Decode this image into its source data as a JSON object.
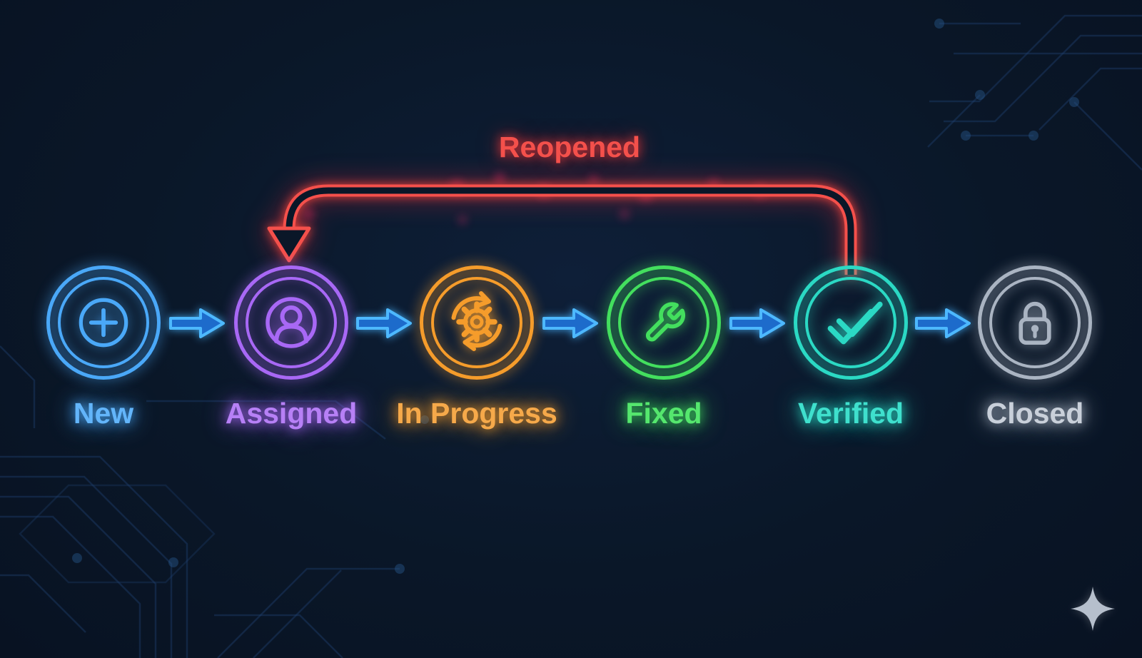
{
  "diagram": {
    "background_color": "#0a1728",
    "reopened": {
      "label": "Reopened",
      "color": "#f4504b"
    },
    "nodes": [
      {
        "label": "New",
        "icon": "plus-circle-icon",
        "color": "#4aa8f8",
        "label_color": "#63b5fa"
      },
      {
        "label": "Assigned",
        "icon": "user-icon",
        "color": "#a868f5",
        "label_color": "#b780f6"
      },
      {
        "label": "In Progress",
        "icon": "gear-sync-icon",
        "color": "#f59c2b",
        "label_color": "#f6a94a"
      },
      {
        "label": "Fixed",
        "icon": "wrench-icon",
        "color": "#43df5e",
        "label_color": "#55e76e"
      },
      {
        "label": "Verified",
        "icon": "double-check-icon",
        "color": "#2bd9c4",
        "label_color": "#3fe0cd"
      },
      {
        "label": "Closed",
        "icon": "lock-icon",
        "color": "#aab4c2",
        "label_color": "#c9d0da"
      }
    ],
    "flow_arrows": {
      "count": 5,
      "stroke": "#4db8ff",
      "fill": "#1d6bcb"
    },
    "sparkle": {
      "color": "#b6bfcc"
    }
  }
}
